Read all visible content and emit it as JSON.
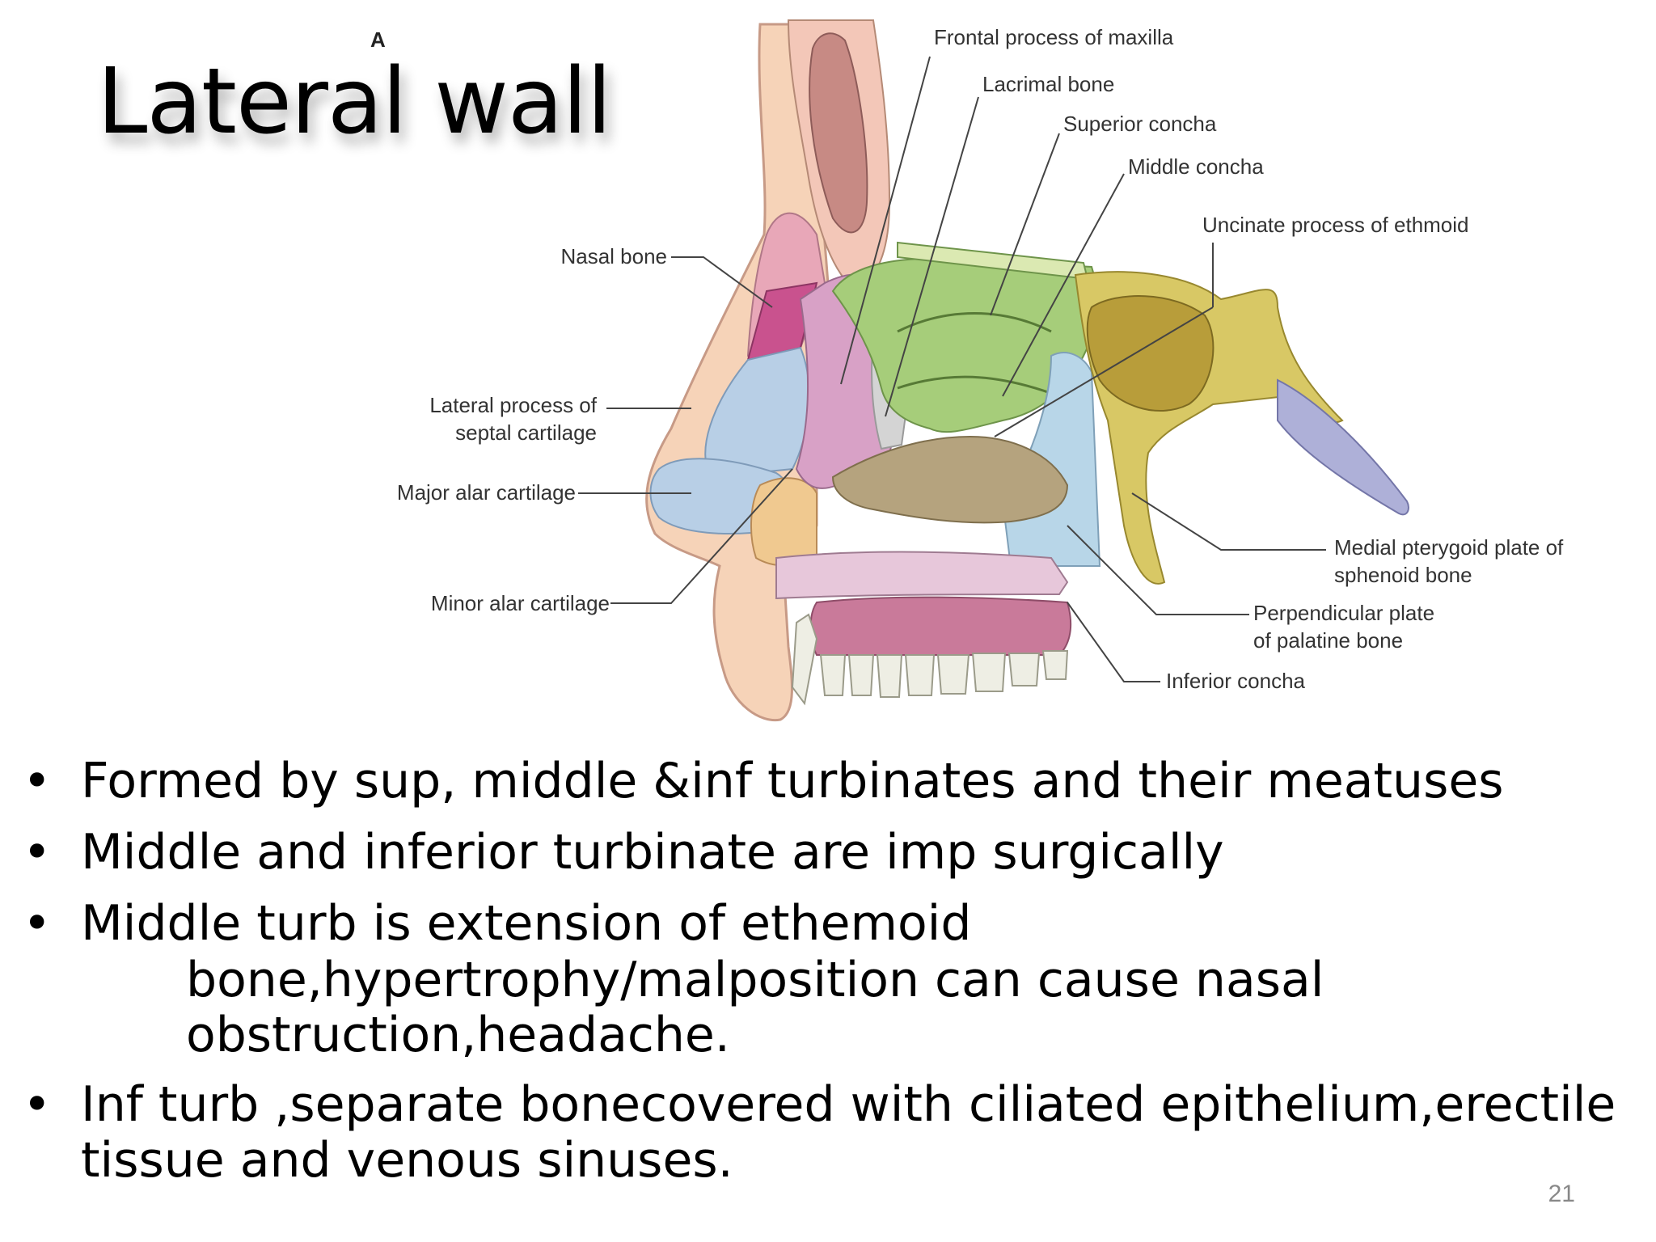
{
  "slide": {
    "title": "Lateral wall",
    "panel_letter": "A",
    "page_number": "21"
  },
  "diagram": {
    "labels": {
      "frontal_process": "Frontal process of maxilla",
      "lacrimal_bone": "Lacrimal bone",
      "superior_concha": "Superior concha",
      "middle_concha": "Middle concha",
      "uncinate_process": "Uncinate process of ethmoid",
      "nasal_bone": "Nasal bone",
      "lateral_process_1": "Lateral process of",
      "lateral_process_2": "septal cartilage",
      "major_alar": "Major alar cartilage",
      "minor_alar": "Minor alar cartilage",
      "medial_pterygoid_1": "Medial pterygoid plate of",
      "medial_pterygoid_2": "sphenoid bone",
      "perpendicular_plate_1": "Perpendicular plate",
      "perpendicular_plate_2": "of palatine bone",
      "inferior_concha": "Inferior concha"
    },
    "colors": {
      "skin": "#f6d3b8",
      "nasal_bone": "#e8a7b8",
      "cartilage_blue": "#b8cfe6",
      "maxilla_pink": "#d8a1c6",
      "ethmoid_green": "#a6cd7a",
      "inferior_concha_tan": "#b5a37e",
      "sphenoid_yellow": "#d8c865",
      "pterygoid_lavender": "#aeb0d8",
      "palate_pink": "#d7a6c2",
      "gum": "#c97a9a",
      "teeth": "#eeeee4"
    }
  },
  "bullets": [
    {
      "text": "Formed by sup, middle &inf turbinates and their meatuses"
    },
    {
      "text": "Middle and inferior turbinate are imp surgically"
    },
    {
      "text": "Middle turb is extension of ethemoid",
      "cont1": "bone,hypertrophy/malposition can cause nasal",
      "cont2": "obstruction,headache."
    },
    {
      "text": "Inf turb ,separate bonecovered with ciliated epithelium,erectile",
      "wrap": "tissue and venous sinuses."
    }
  ],
  "bullet_symbol": "•"
}
